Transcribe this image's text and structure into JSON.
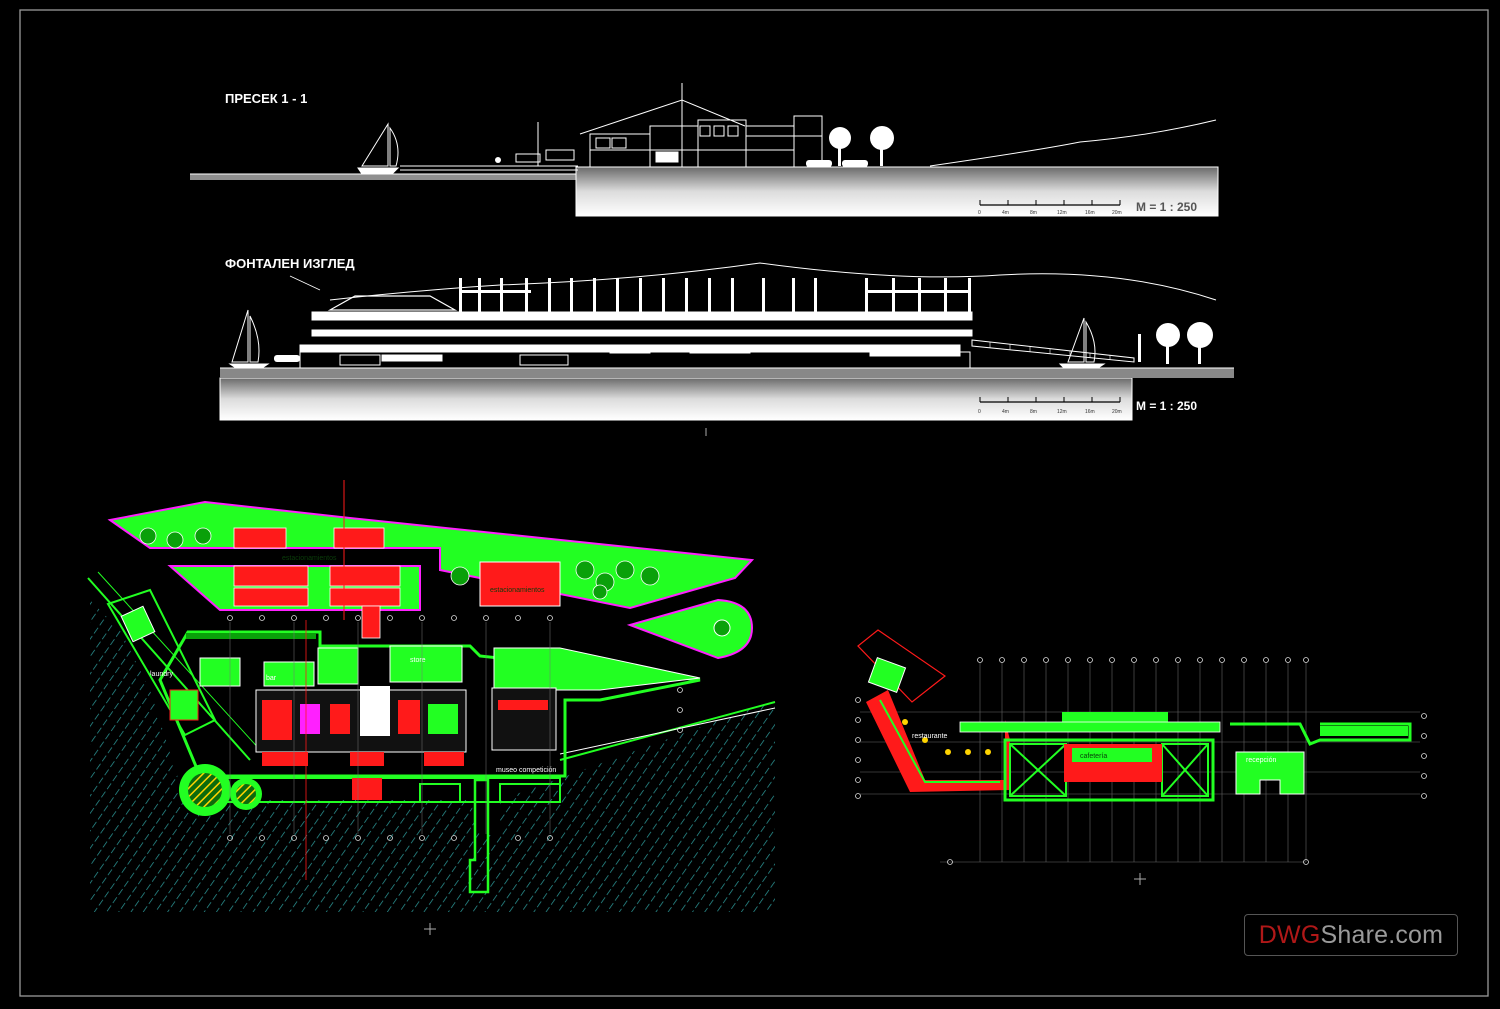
{
  "section": {
    "title": "ПРЕСЕК 1 - 1",
    "scale": "M = 1 : 250",
    "ticks": [
      "0",
      "4m",
      "8m",
      "12m",
      "16m",
      "20m"
    ]
  },
  "front": {
    "title": "ФОНТАЛЕН ИЗГЛЕД",
    "scale": "M = 1 : 250",
    "ticks": [
      "0",
      "4m",
      "8m",
      "12m",
      "16m",
      "20m"
    ]
  },
  "plan_left": {
    "labels": {
      "parking": "estacionamientos",
      "parking2": "estacionamientos",
      "museum": "museo competición",
      "bar": "bar",
      "store": "store",
      "laundry": "laundry"
    }
  },
  "plan_right": {
    "labels": {
      "restaurant": "restaurante",
      "cafe": "cafetería",
      "reception": "recepción"
    }
  },
  "watermark": {
    "part1": "DWG",
    "part2": "Share.com"
  },
  "colors": {
    "background": "#000000",
    "green": "#22ff22",
    "dark_green": "#0aa00a",
    "red": "#ff1a1a",
    "magenta": "#ff20ff",
    "white": "#ffffff",
    "hatch": "#2e9e9e"
  }
}
